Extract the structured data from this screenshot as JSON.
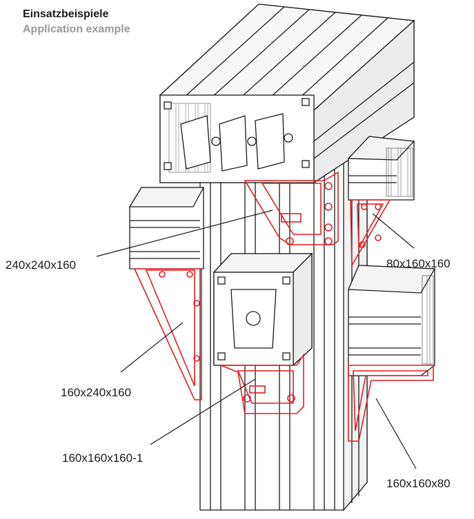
{
  "heading": {
    "title": "Einsatzbeispiele",
    "subtitle": "Application example"
  },
  "colors": {
    "bracket": "#e21d24",
    "outline": "#1a1a1a",
    "subtitle": "#9a9a9a"
  },
  "callouts": [
    {
      "id": "c1",
      "label": "240x240x160"
    },
    {
      "id": "c2",
      "label": "80x160x160"
    },
    {
      "id": "c3",
      "label": "160x240x160"
    },
    {
      "id": "c4",
      "label": "160x160x160-1"
    },
    {
      "id": "c5",
      "label": "160x160x80"
    }
  ]
}
